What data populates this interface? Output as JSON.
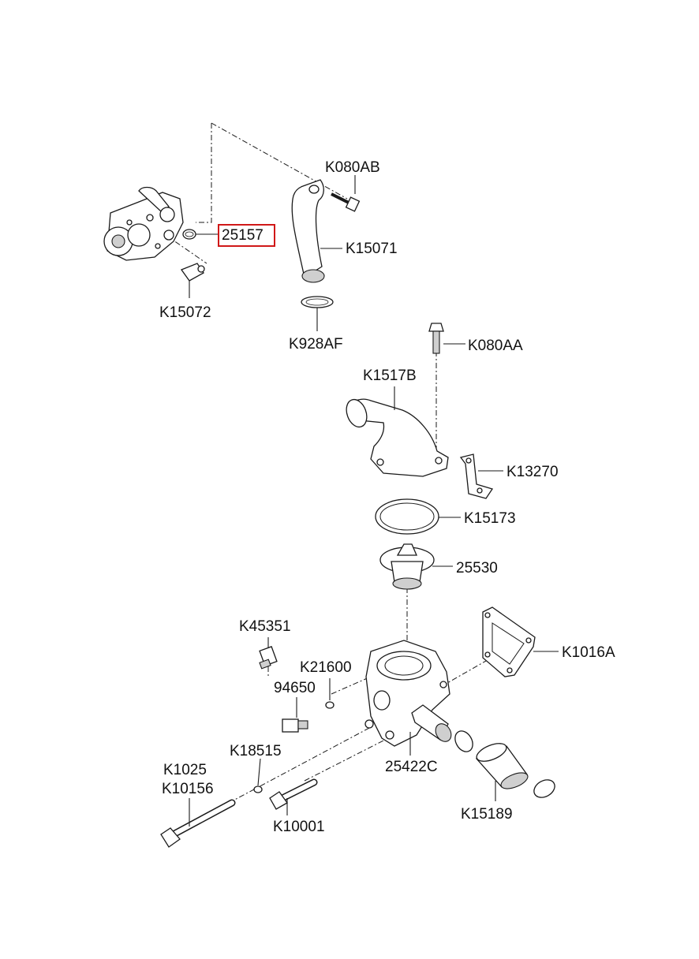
{
  "highlight_color": "#d01818",
  "labels": {
    "k080ab": "K080AB",
    "p25157": "25157",
    "k15071": "K15071",
    "k15072": "K15072",
    "k928af": "K928AF",
    "k080aa": "K080AA",
    "k1517b": "K1517B",
    "k13270": "K13270",
    "k15173": "K15173",
    "p25530": "25530",
    "k45351": "K45351",
    "k21600": "K21600",
    "k1016a": "K1016A",
    "p94650": "94650",
    "k18515": "K18515",
    "p25422c": "25422C",
    "k1025": "K1025",
    "k10156": "K10156",
    "k15189": "K15189",
    "k10001": "K10001"
  }
}
